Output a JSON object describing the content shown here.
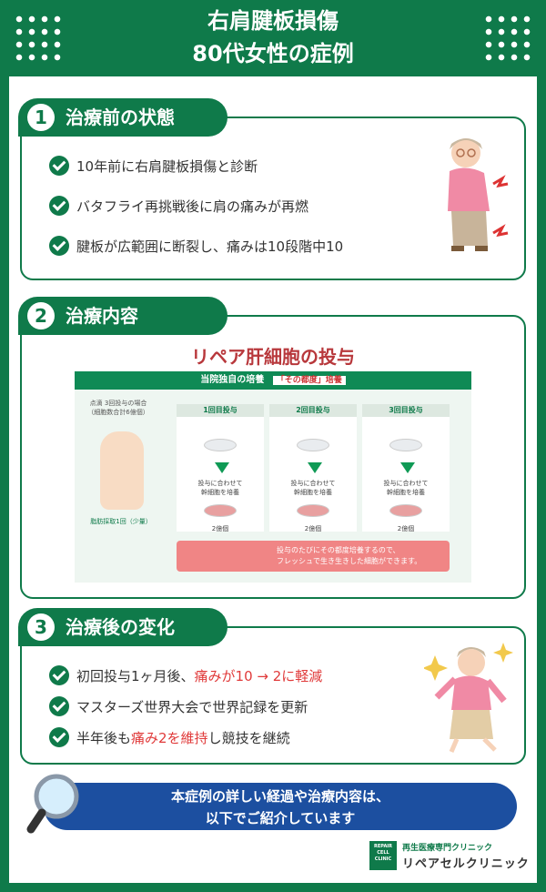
{
  "header": {
    "title_line1": "右肩腱板損傷",
    "title_line2": "80代女性の症例"
  },
  "section1": {
    "number": "1",
    "title": "治療前の状態",
    "items": [
      "10年前に右肩腱板損傷と診断",
      "バタフライ再挑戦後に肩の痛みが再燃",
      "腱板が広範囲に断裂し、痛みは10段階中10"
    ]
  },
  "section2": {
    "number": "2",
    "title": "治療内容",
    "subtitle": "リペア肝細胞の投与",
    "figure": {
      "header": "当院独自の培養",
      "tag": "「その都度」培養",
      "left_label": "点滴 3回投与の場合\n（細胞数合計6億個）",
      "bottom_label": "脂肪採取1回（少量）",
      "columns": [
        {
          "label": "1回目投与",
          "text": "投与に合わせて\n幹細胞を培養",
          "count": "2億個"
        },
        {
          "label": "2回目投与",
          "text": "投与に合わせて\n幹細胞を培養",
          "count": "2億個"
        },
        {
          "label": "3回目投与",
          "text": "投与に合わせて\n幹細胞を培養",
          "count": "2億個"
        }
      ],
      "note": "投与のたびにその都度培養するので、\nフレッシュで生き生きした細胞ができます。"
    }
  },
  "section3": {
    "number": "3",
    "title": "治療後の変化",
    "items": [
      {
        "pre": "初回投与1ヶ月後、",
        "em": "痛みが10 → 2に軽減",
        "post": ""
      },
      {
        "pre": "マスターズ世界大会で世界記録を更新",
        "em": "",
        "post": ""
      },
      {
        "pre": "半年後も",
        "em": "痛み2を維持",
        "post": "し競技を継続"
      }
    ]
  },
  "cta": {
    "line1": "本症例の詳しい経過や治療内容は、",
    "line2": "以下でご紹介しています"
  },
  "logo": {
    "box_text": "REPAIR CELL CLINIC",
    "sub": "再生医療専門クリニック",
    "name": "リペアセルクリニック"
  },
  "colors": {
    "brand_green": "#0f7a4a",
    "accent_red": "#e03a3a",
    "cta_blue": "#1c4fa0"
  }
}
